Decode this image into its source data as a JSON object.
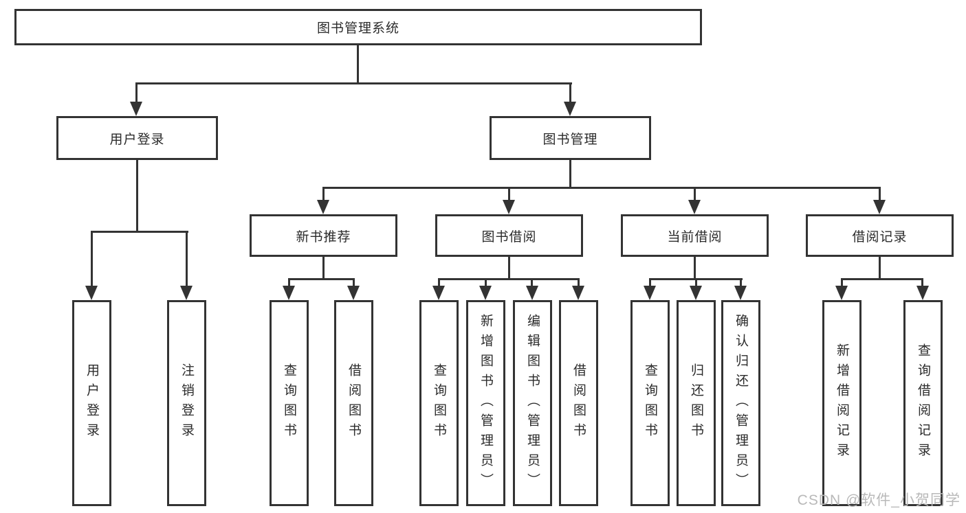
{
  "diagram": {
    "root": {
      "label": "图书管理系统"
    },
    "level2": [
      {
        "label": "用户登录"
      },
      {
        "label": "图书管理"
      }
    ],
    "level3": [
      {
        "label": "新书推荐"
      },
      {
        "label": "图书借阅"
      },
      {
        "label": "当前借阅"
      },
      {
        "label": "借阅记录"
      }
    ],
    "leaves": {
      "user_login": [
        "用户登录",
        "注销登录"
      ],
      "new_book": [
        "查询图书",
        "借阅图书"
      ],
      "book_borrow": [
        "查询图书",
        "新增图书（管理员）",
        "编辑图书（管理员）",
        "借阅图书"
      ],
      "current_borrow": [
        "查询图书",
        "归还图书",
        "确认归还（管理员）"
      ],
      "borrow_record": [
        "新增借阅记录",
        "查询借阅记录"
      ]
    }
  },
  "watermark": "CSDN @软件_小贺同学",
  "colors": {
    "line": "#333333",
    "text": "#2b2b2b",
    "watermark": "#b9b9b9",
    "background": "#ffffff"
  }
}
